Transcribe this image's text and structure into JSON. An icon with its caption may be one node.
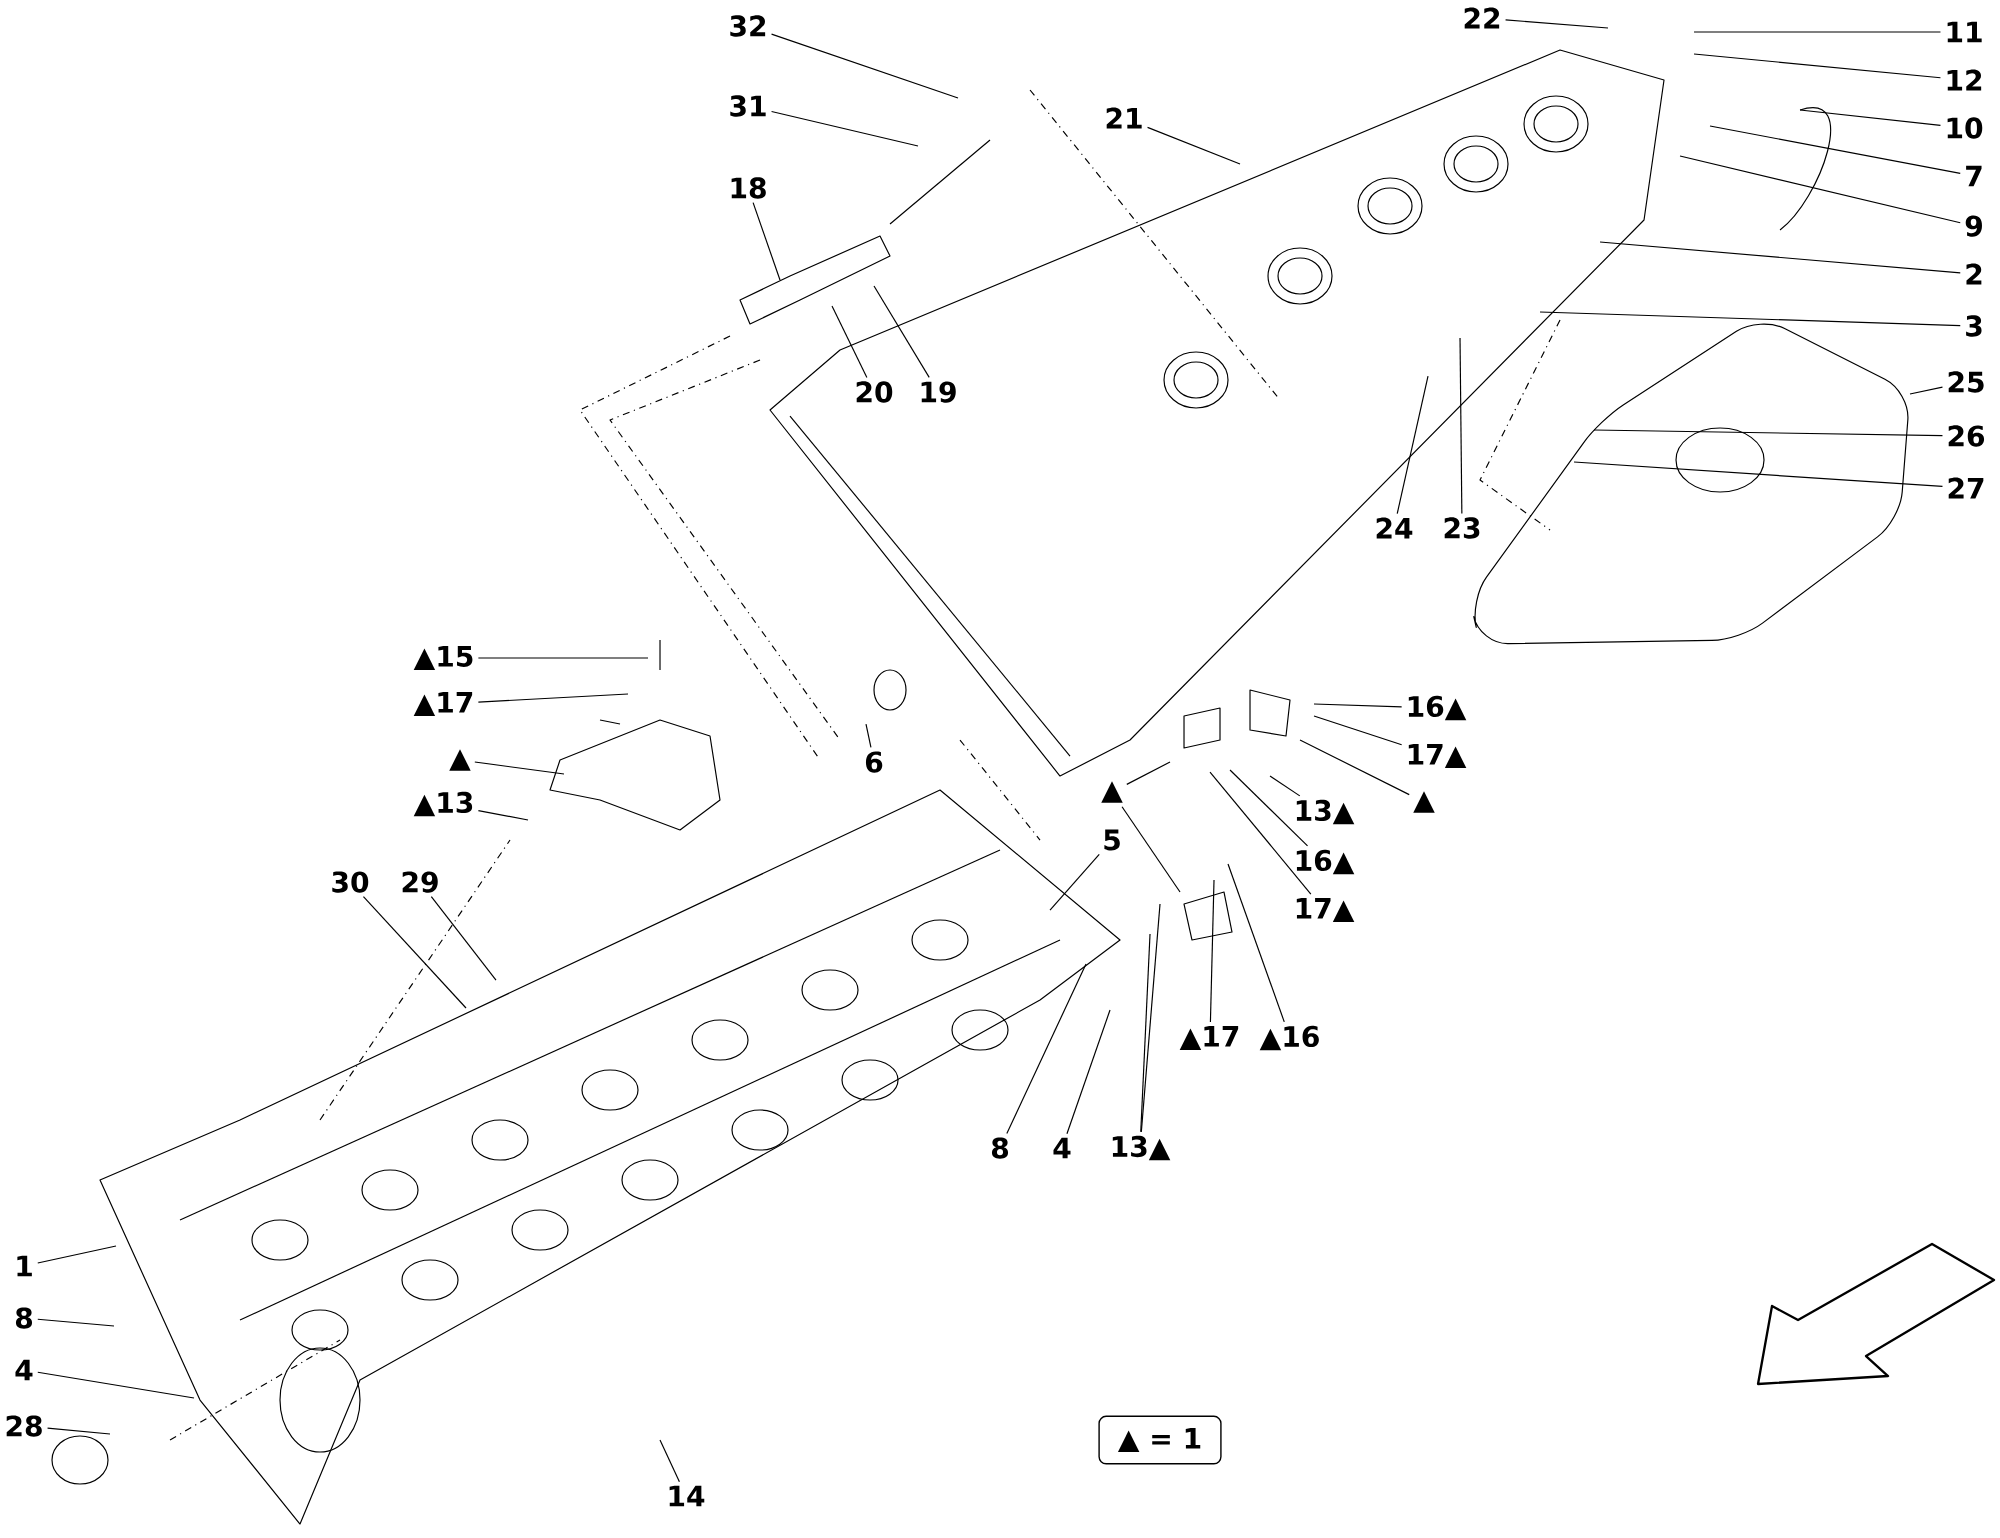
{
  "diagram": {
    "nodes": [
      {
        "text": [
          "32"
        ]
      },
      {
        "text": [
          "31"
        ]
      },
      {
        "text": [
          "18"
        ]
      },
      {
        "text": [
          "20"
        ]
      },
      {
        "text": [
          "19"
        ]
      },
      {
        "text": [
          "21"
        ]
      },
      {
        "text": [
          "22"
        ]
      },
      {
        "text": [
          "11"
        ]
      },
      {
        "text": [
          "12"
        ]
      },
      {
        "text": [
          "10"
        ]
      },
      {
        "text": [
          "7"
        ]
      },
      {
        "text": [
          "9"
        ]
      },
      {
        "text": [
          "2"
        ]
      },
      {
        "text": [
          "3"
        ]
      },
      {
        "text": [
          "25"
        ]
      },
      {
        "text": [
          "26"
        ]
      },
      {
        "text": [
          "27"
        ]
      },
      {
        "text": [
          "24"
        ]
      },
      {
        "text": [
          "23"
        ]
      },
      {
        "text": [
          "▲15"
        ]
      },
      {
        "text": [
          "▲17"
        ]
      },
      {
        "text": [
          "▲"
        ]
      },
      {
        "text": [
          "▲13"
        ]
      },
      {
        "text": [
          "6"
        ]
      },
      {
        "text": [
          "30"
        ]
      },
      {
        "text": [
          "29"
        ]
      },
      {
        "text": [
          "1"
        ]
      },
      {
        "text": [
          "8"
        ]
      },
      {
        "text": [
          "4"
        ]
      },
      {
        "text": [
          "28"
        ]
      },
      {
        "text": [
          "14"
        ]
      },
      {
        "text": [
          "16▲"
        ]
      },
      {
        "text": [
          "17▲"
        ]
      },
      {
        "text": [
          "▲"
        ]
      },
      {
        "text": [
          "13▲"
        ]
      },
      {
        "text": [
          "16▲"
        ]
      },
      {
        "text": [
          "17▲"
        ]
      },
      {
        "text": [
          "▲"
        ]
      },
      {
        "text": [
          "▲17"
        ]
      },
      {
        "text": [
          "▲16"
        ]
      },
      {
        "text": [
          "5"
        ]
      },
      {
        "text": [
          "8"
        ]
      },
      {
        "text": [
          "4"
        ]
      },
      {
        "text": [
          "13▲"
        ]
      },
      {
        "text": [
          "▲ = 1"
        ]
      }
    ],
    "edges": [
      {
        "from": 0,
        "to": null,
        "arrow": "none"
      },
      {
        "from": 1,
        "to": null,
        "arrow": "none"
      },
      {
        "from": 2,
        "to": null,
        "arrow": "none"
      },
      {
        "from": 3,
        "to": null,
        "arrow": "none"
      },
      {
        "from": 4,
        "to": null,
        "arrow": "none"
      },
      {
        "from": 5,
        "to": null,
        "arrow": "none"
      },
      {
        "from": 6,
        "to": null,
        "arrow": "none"
      },
      {
        "from": 7,
        "to": null,
        "arrow": "none"
      },
      {
        "from": 8,
        "to": null,
        "arrow": "none"
      },
      {
        "from": 9,
        "to": null,
        "arrow": "none"
      },
      {
        "from": 10,
        "to": null,
        "arrow": "none"
      },
      {
        "from": 11,
        "to": null,
        "arrow": "none"
      },
      {
        "from": 12,
        "to": null,
        "arrow": "none"
      },
      {
        "from": 13,
        "to": null,
        "arrow": "none"
      },
      {
        "from": 14,
        "to": null,
        "arrow": "none"
      },
      {
        "from": 15,
        "to": null,
        "arrow": "none"
      },
      {
        "from": 16,
        "to": null,
        "arrow": "none"
      },
      {
        "from": 17,
        "to": null,
        "arrow": "none"
      },
      {
        "from": 18,
        "to": null,
        "arrow": "none"
      },
      {
        "from": 19,
        "to": null,
        "arrow": "none"
      },
      {
        "from": 20,
        "to": null,
        "arrow": "none"
      },
      {
        "from": 21,
        "to": null,
        "arrow": "none"
      },
      {
        "from": 22,
        "to": null,
        "arrow": "none"
      },
      {
        "from": 23,
        "to": null,
        "arrow": "none"
      },
      {
        "from": 24,
        "to": null,
        "arrow": "none"
      },
      {
        "from": 25,
        "to": null,
        "arrow": "none"
      },
      {
        "from": 26,
        "to": null,
        "arrow": "none"
      },
      {
        "from": 27,
        "to": null,
        "arrow": "none"
      },
      {
        "from": 28,
        "to": null,
        "arrow": "none"
      },
      {
        "from": 29,
        "to": null,
        "arrow": "none"
      },
      {
        "from": 30,
        "to": null,
        "arrow": "none"
      },
      {
        "from": 31,
        "to": null,
        "arrow": "none"
      },
      {
        "from": 32,
        "to": null,
        "arrow": "none"
      },
      {
        "from": 33,
        "to": null,
        "arrow": "none"
      },
      {
        "from": 34,
        "to": null,
        "arrow": "none"
      },
      {
        "from": 35,
        "to": null,
        "arrow": "none"
      },
      {
        "from": 36,
        "to": null,
        "arrow": "none"
      },
      {
        "from": 37,
        "to": null,
        "arrow": "none"
      },
      {
        "from": 37,
        "to": null,
        "arrow": "none"
      },
      {
        "from": 38,
        "to": null,
        "arrow": "none"
      },
      {
        "from": 39,
        "to": null,
        "arrow": "none"
      },
      {
        "from": 40,
        "to": null,
        "arrow": "none"
      },
      {
        "from": 41,
        "to": null,
        "arrow": "none"
      },
      {
        "from": 42,
        "to": null,
        "arrow": "none"
      },
      {
        "from": 43,
        "to": null,
        "arrow": "none"
      },
      {
        "from": 43,
        "to": null,
        "arrow": "none"
      }
    ]
  }
}
